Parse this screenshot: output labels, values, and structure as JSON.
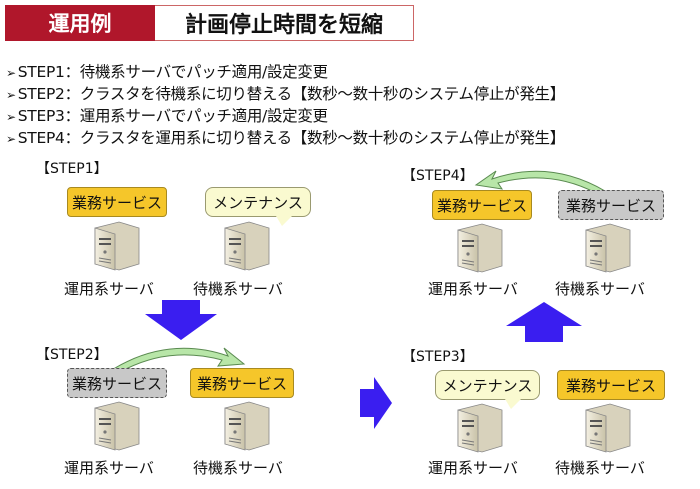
{
  "header": {
    "tag": "運用例",
    "title": "計画停止時間を短縮"
  },
  "bullets": [
    "STEP1：待機系サーバでパッチ適用/設定変更",
    "STEP2：クラスタを待機系に切り替える【数秒～数十秒のシステム停止が発生】",
    "STEP3：運用系サーバでパッチ適用/設定変更",
    "STEP4：クラスタを運用系に切り替える【数秒～数十秒のシステム停止が発生】"
  ],
  "bullet_marker": "➢",
  "steps": {
    "s1": {
      "label": "【STEP1】",
      "left_box": "業務サービス",
      "right_box": "メンテナンス",
      "left_server": "運用系サーバ",
      "right_server": "待機系サーバ"
    },
    "s2": {
      "label": "【STEP2】",
      "left_box": "業務サービス",
      "right_box": "業務サービス",
      "left_server": "運用系サーバ",
      "right_server": "待機系サーバ"
    },
    "s3": {
      "label": "【STEP3】",
      "left_box": "メンテナンス",
      "right_box": "業務サービス",
      "left_server": "運用系サーバ",
      "right_server": "待機系サーバ"
    },
    "s4": {
      "label": "【STEP4】",
      "left_box": "業務サービス",
      "right_box": "業務サービス",
      "left_server": "運用系サーバ",
      "right_server": "待機系サーバ"
    }
  },
  "colors": {
    "header_red": "#b0172b",
    "service_yellow": "#f5c62a",
    "flow_arrow": "#3a1ef0",
    "switch_arrow": "#b8e6a8"
  }
}
